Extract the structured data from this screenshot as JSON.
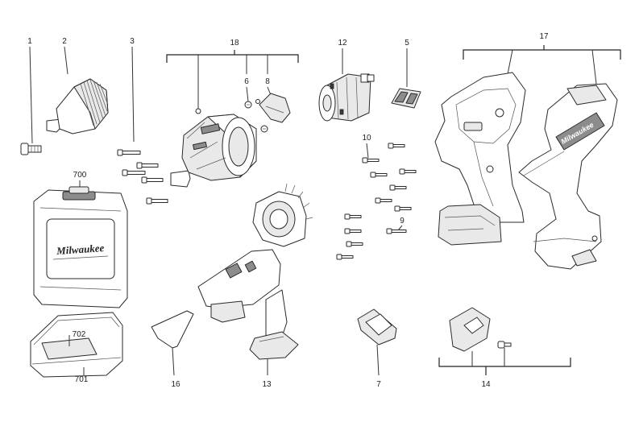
{
  "labels": {
    "p1": "1",
    "p2": "2",
    "p3": "3",
    "p5": "5",
    "p6": "6",
    "p7": "7",
    "p8": "8",
    "p9": "9",
    "p10": "10",
    "p12": "12",
    "p13": "13",
    "p14": "14",
    "p16": "16",
    "p17": "17",
    "p18": "18",
    "p700": "700",
    "p701": "701",
    "p702": "702"
  },
  "brand": "Milwaukee"
}
